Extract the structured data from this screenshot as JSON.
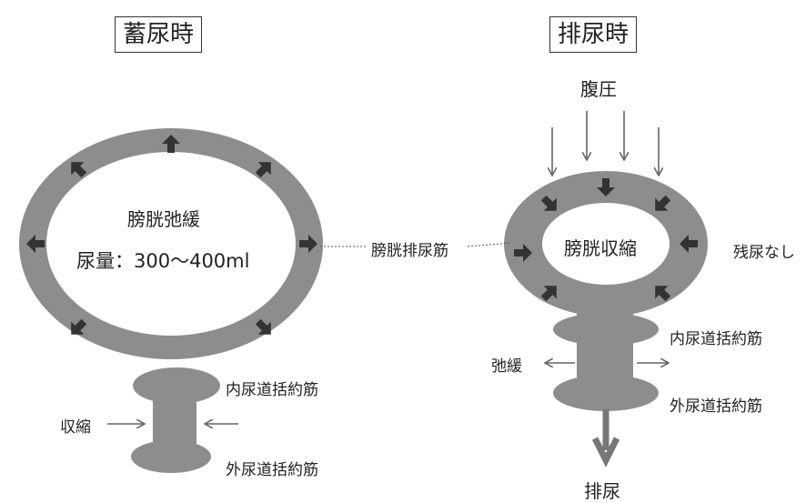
{
  "storage": {
    "title": "蓄尿時",
    "bladder_state": "膀胱弛緩",
    "volume": "尿量：300～400ml",
    "internal_sphincter": "内尿道括約筋",
    "external_sphincter": "外尿道括約筋",
    "contract": "収縮"
  },
  "voiding": {
    "title": "排尿時",
    "abdominal_pressure": "腹圧",
    "bladder_state": "膀胱収縮",
    "residual": "残尿なし",
    "internal_sphincter": "内尿道括約筋",
    "external_sphincter": "外尿道括約筋",
    "relax": "弛緩",
    "urination": "排尿"
  },
  "shared": {
    "detrusor": "膀胱排尿筋"
  },
  "colors": {
    "muscle_gray": "#8d8d8d",
    "arrow_dark": "#333333",
    "arrow_gray": "#777777"
  }
}
